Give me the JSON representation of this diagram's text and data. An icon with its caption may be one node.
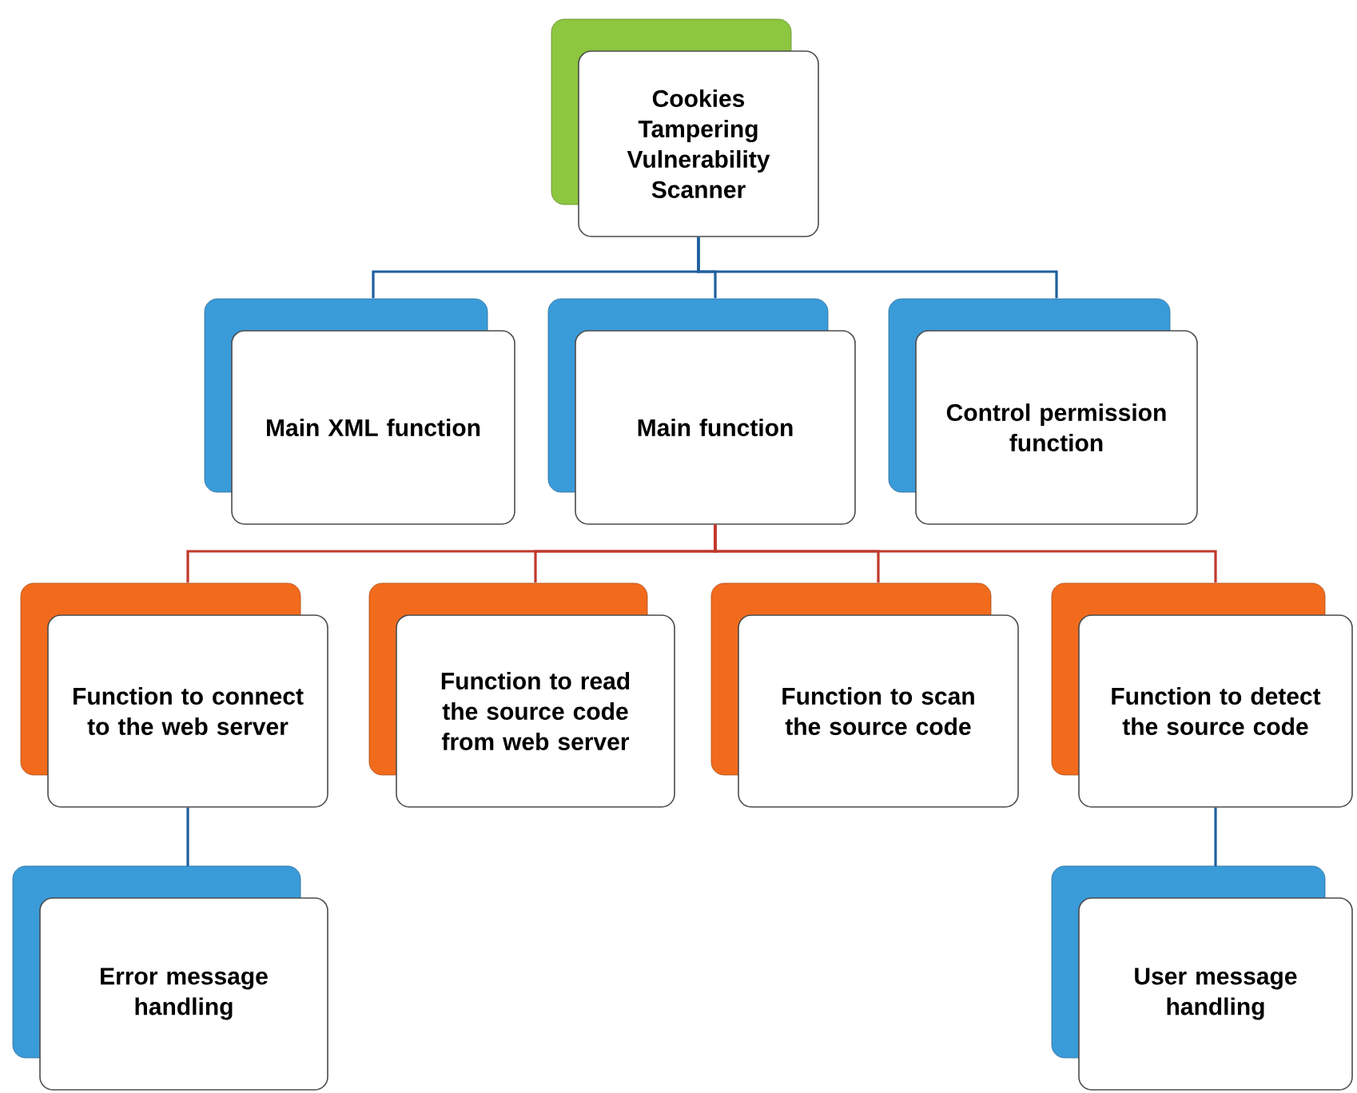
{
  "diagram": {
    "nodes": [
      {
        "text": [
          "Cookies Tampering Vulnerability Scanner"
        ]
      },
      {
        "text": [
          "Main XML function"
        ]
      },
      {
        "text": [
          "Main function"
        ]
      },
      {
        "text": [
          "Control permission function"
        ]
      },
      {
        "text": [
          "Function to connect to the web server"
        ]
      },
      {
        "text": [
          "Function to read the source code from web server"
        ]
      },
      {
        "text": [
          "Function to scan the source code"
        ]
      },
      {
        "text": [
          "Function to detect the source code"
        ]
      },
      {
        "text": [
          "Error message handling"
        ]
      },
      {
        "text": [
          "User message handling"
        ]
      }
    ],
    "edges": [
      {
        "from": 0,
        "to": 1,
        "arrow": "none"
      },
      {
        "from": 0,
        "to": 2,
        "arrow": "none"
      },
      {
        "from": 0,
        "to": 3,
        "arrow": "none"
      },
      {
        "from": 2,
        "to": 4,
        "arrow": "none",
        "color": "#c0392b"
      },
      {
        "from": 2,
        "to": 5,
        "arrow": "none",
        "color": "#c0392b"
      },
      {
        "from": 2,
        "to": 6,
        "arrow": "none",
        "color": "#c0392b"
      },
      {
        "from": 2,
        "to": 7,
        "arrow": "none",
        "color": "#c0392b"
      },
      {
        "from": 4,
        "to": 8,
        "arrow": "none"
      },
      {
        "from": 7,
        "to": 9,
        "arrow": "none"
      }
    ]
  }
}
